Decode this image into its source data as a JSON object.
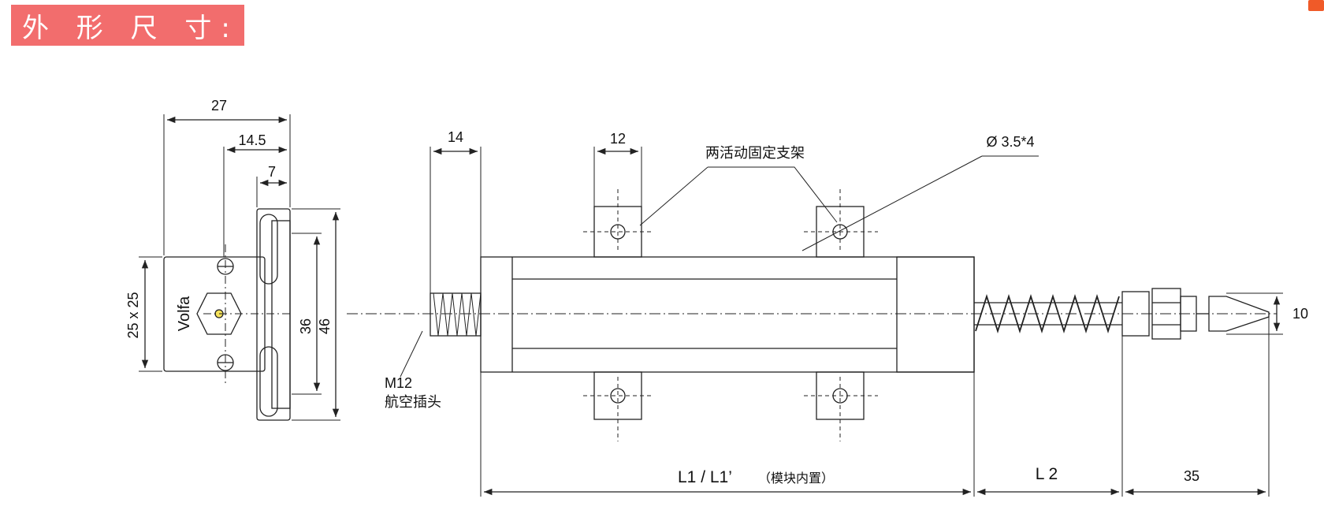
{
  "title": "外 形 尺 寸:",
  "colors": {
    "title_bg": "#f26d6d",
    "line": "#222222",
    "corner_icon": "#f05a28"
  },
  "side_view": {
    "dim_27": "27",
    "dim_14_5": "14.5",
    "dim_7": "7",
    "dim_25x25": "25 x 25",
    "dim_36": "36",
    "dim_46": "46",
    "brand": "Volfa"
  },
  "main_view": {
    "dim_14": "14",
    "dim_12": "12",
    "bracket_label": "两活动固定支架",
    "hole_label": "Ø 3.5*4",
    "connector_label_1": "M12",
    "connector_label_2": "航空插头",
    "dim_L1": "L1  /  L1’",
    "dim_L1_note": "（模块内置）",
    "dim_L2": "L 2",
    "dim_35": "35",
    "dim_10": "10"
  }
}
